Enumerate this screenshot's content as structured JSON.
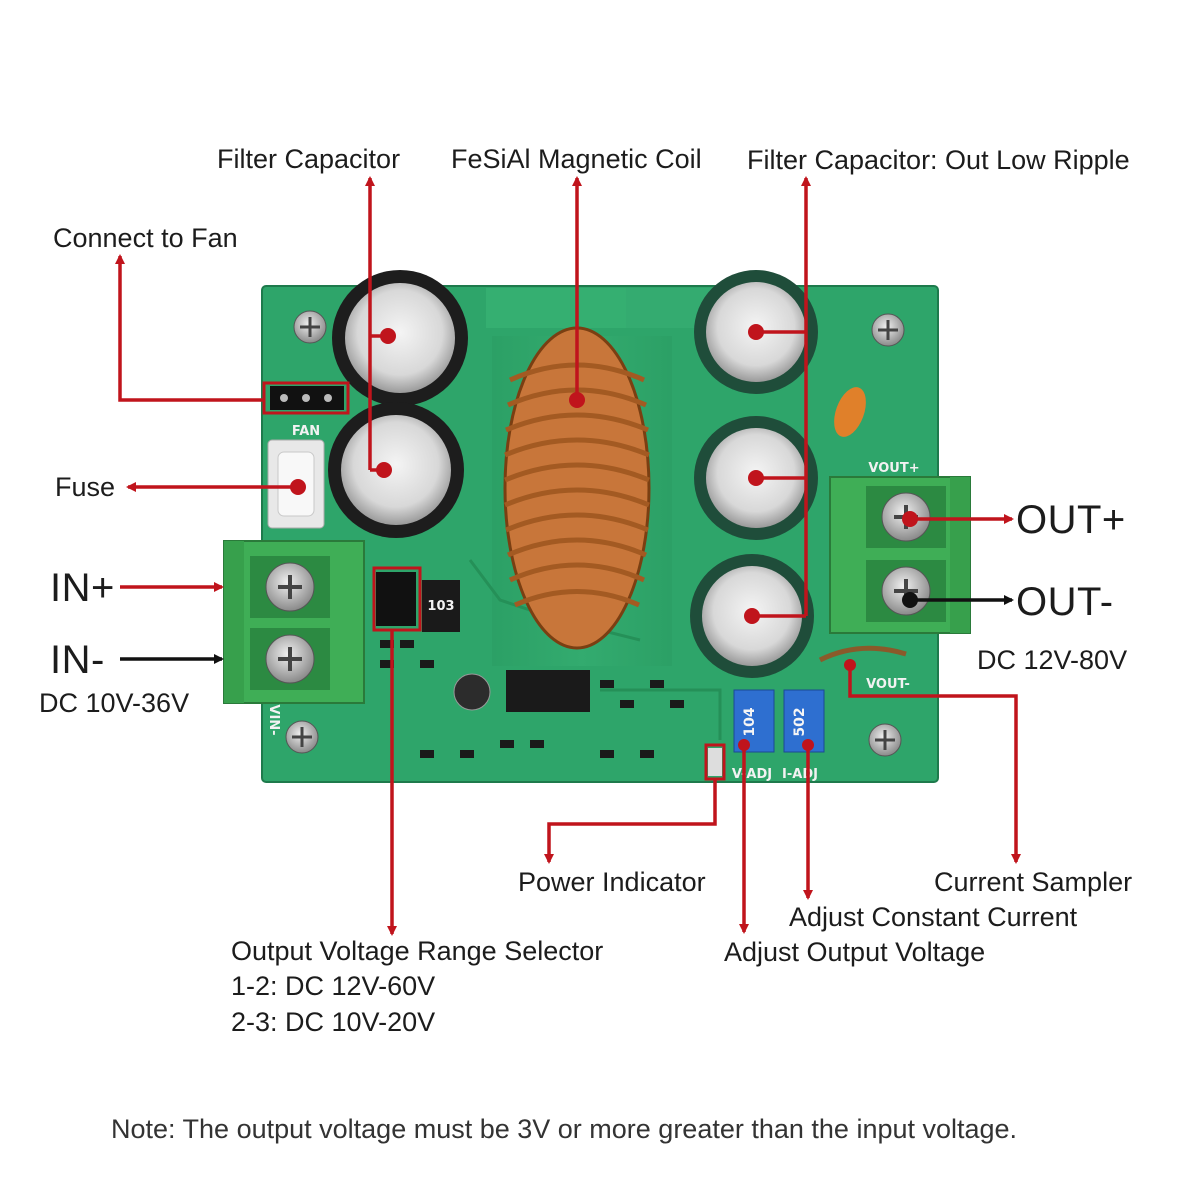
{
  "labels": {
    "filter_cap_in": "Filter Capacitor",
    "magnetic_coil": "FeSiAl Magnetic Coil",
    "filter_cap_out": "Filter Capacitor: Out Low Ripple",
    "connect_fan": "Connect to Fan",
    "fuse": "Fuse",
    "in_plus": "IN+",
    "in_minus": "IN-",
    "input_range": "DC 10V-36V",
    "out_plus": "OUT+",
    "out_minus": "OUT-",
    "output_range": "DC 12V-80V",
    "power_indicator": "Power Indicator",
    "current_sampler": "Current Sampler",
    "adjust_current": "Adjust Constant Current",
    "adjust_voltage": "Adjust Output Voltage",
    "range_selector": "Output Voltage Range Selector",
    "range_1_2": "1-2: DC 12V-60V",
    "range_2_3": "2-3: DC 10V-20V",
    "note": "Note: The output voltage must be 3V or more greater than the input voltage."
  },
  "board_text": {
    "fan": "FAN",
    "vout_plus": "VOUT+",
    "vout_minus": "VOUT-",
    "vin_minus": "VIN-",
    "v_adj": "V-ADJ",
    "i_adj": "I-ADJ",
    "pot_v": "104",
    "pot_i": "502",
    "resistor": "103"
  },
  "colors": {
    "pcb": "#2ea56a",
    "terminal": "#3fae56",
    "callout": "#c0141c",
    "copper": "#c8763a",
    "pot": "#2e6fd0"
  }
}
